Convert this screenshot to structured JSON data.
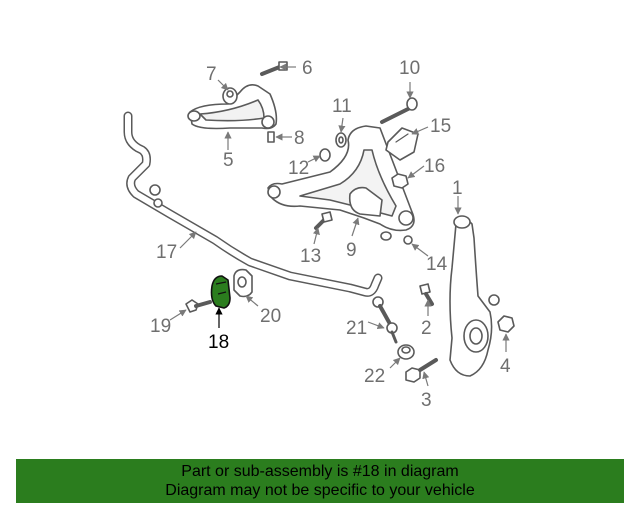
{
  "callouts": [
    {
      "id": "1",
      "label": "1"
    },
    {
      "id": "2",
      "label": "2"
    },
    {
      "id": "3",
      "label": "3"
    },
    {
      "id": "4",
      "label": "4"
    },
    {
      "id": "5",
      "label": "5"
    },
    {
      "id": "6",
      "label": "6"
    },
    {
      "id": "7",
      "label": "7"
    },
    {
      "id": "8",
      "label": "8"
    },
    {
      "id": "9",
      "label": "9"
    },
    {
      "id": "10",
      "label": "10"
    },
    {
      "id": "11",
      "label": "11"
    },
    {
      "id": "12",
      "label": "12"
    },
    {
      "id": "13",
      "label": "13"
    },
    {
      "id": "14",
      "label": "14"
    },
    {
      "id": "15",
      "label": "15"
    },
    {
      "id": "16",
      "label": "16"
    },
    {
      "id": "17",
      "label": "17"
    },
    {
      "id": "18",
      "label": "18",
      "highlighted": true
    },
    {
      "id": "19",
      "label": "19"
    },
    {
      "id": "20",
      "label": "20"
    },
    {
      "id": "21",
      "label": "21"
    },
    {
      "id": "22",
      "label": "22"
    }
  ],
  "banner": {
    "line1": "Part or sub-assembly is #18 in diagram",
    "line2": "Diagram may not be specific to your vehicle",
    "background": "#2b7d1e"
  },
  "colors": {
    "highlight": "#2b7d1e",
    "line_art": "#5a5a5a",
    "label_gray": "#6f6f6f"
  }
}
